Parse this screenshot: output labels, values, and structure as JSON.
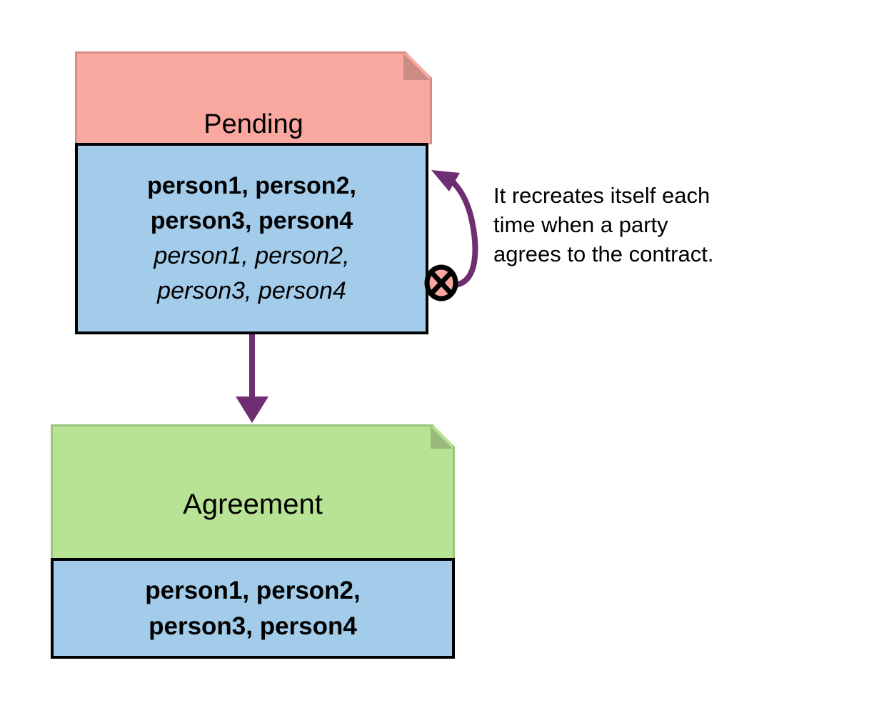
{
  "diagram": {
    "title": "Contract pending-to-agreement note diagram",
    "background_color": "#ffffff"
  },
  "colors": {
    "pending_fill": "#f9a8a0",
    "pending_fold": "#cc8b84",
    "pending_border": "#d38d87",
    "members_fill": "#a3cceb",
    "members_border": "#000000",
    "agreement_fill": "#b8e394",
    "agreement_fold": "#98b87c",
    "agreement_border": "#9dc47e",
    "arrow_purple": "#6f2d72",
    "destroy_marker_fill": "#f9a8a0",
    "destroy_marker_stroke": "#000000",
    "text": "#000000"
  },
  "pending_note": {
    "title": "Pending",
    "members": {
      "bold_lines": [
        "person1, person2,",
        "person3, person4"
      ],
      "italic_lines": [
        "person1, person2,",
        "person3, person4"
      ]
    }
  },
  "agreement_note": {
    "title": "Agreement",
    "members": {
      "bold_lines": [
        "person1, person2,",
        "person3, person4"
      ]
    }
  },
  "annotation": {
    "lines": [
      "It recreates itself each",
      "time when a party",
      "agrees to the contract."
    ],
    "full_text": "It recreates itself each time when a party agrees to the contract."
  },
  "connectors": {
    "transition_arrow": {
      "name": "pending-to-agreement-arrow",
      "from": "pending-members",
      "to": "agreement-note",
      "style": "solid",
      "color": "#6f2d72"
    },
    "self_loop_arrow": {
      "name": "recreate-self-loop-arrow",
      "from": "destroy-marker",
      "to": "pending-members",
      "style": "curved",
      "color": "#6f2d72"
    }
  },
  "markers": {
    "destroy": {
      "name": "destroy-marker",
      "glyph": "circle-x",
      "meaning": "destruction / termination"
    }
  }
}
